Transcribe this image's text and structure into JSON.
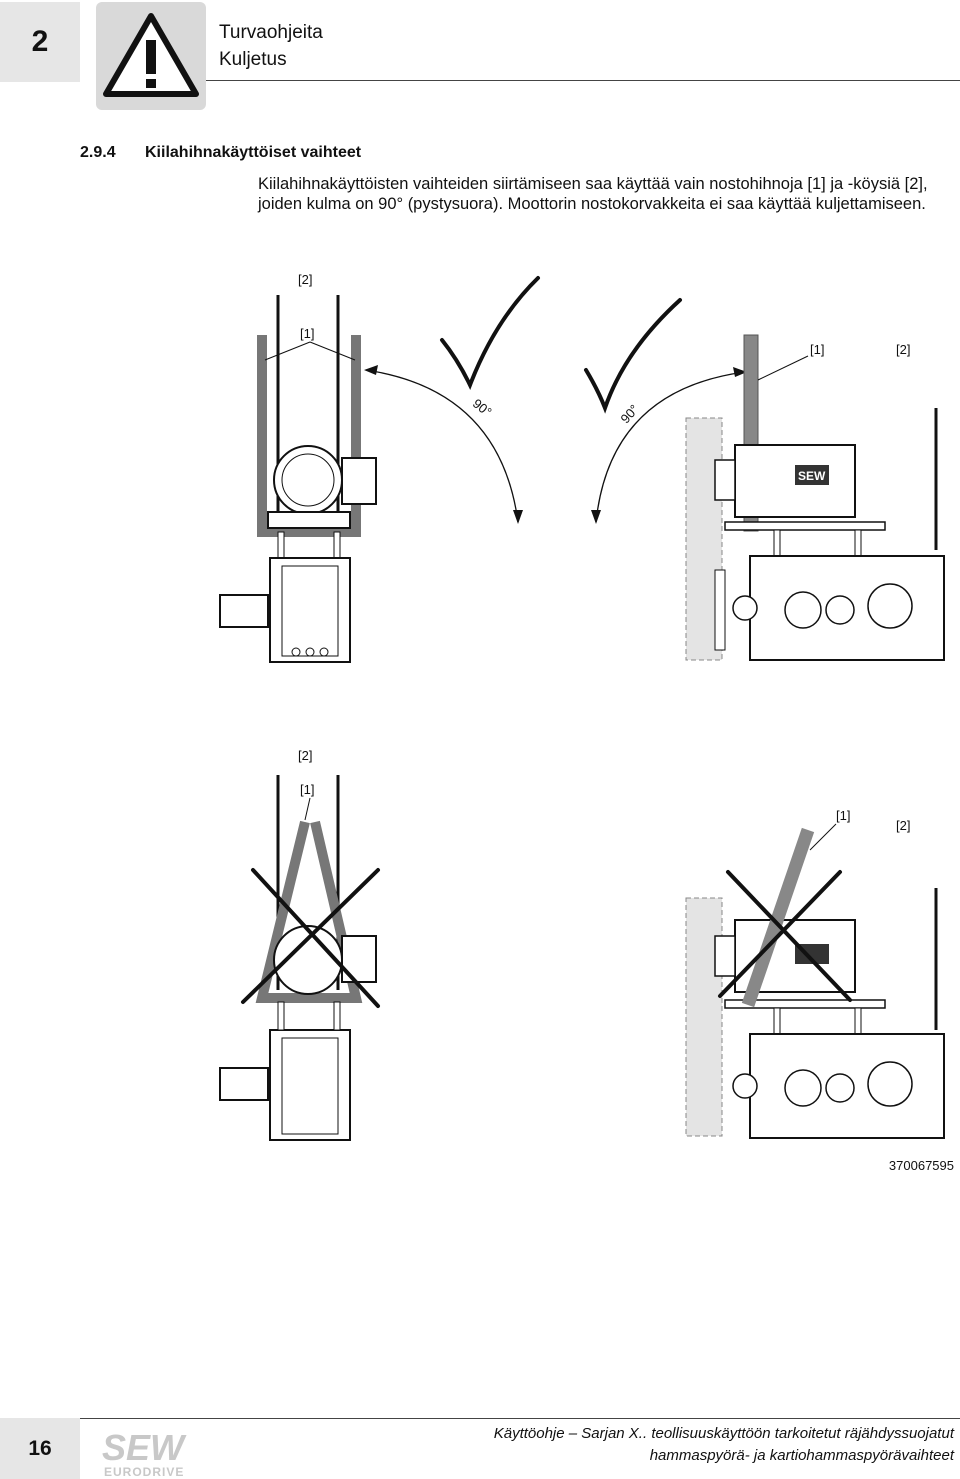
{
  "header": {
    "chapter_number": "2",
    "title": "Turvaohjeita",
    "subtitle": "Kuljetus"
  },
  "section": {
    "number": "2.9.4",
    "title": "Kiilahihnakäyttöiset vaihteet",
    "body": "Kiilahihnakäyttöisten vaihteiden siirtämiseen saa käyttää vain nostohihnoja [1] ja -köysiä [2], joiden kulma on 90° (pystysuora). Moottorin nostokorvakkeita ei saa käyttää kuljettamiseen."
  },
  "figure": {
    "labels": {
      "strap": "[1]",
      "rope": "[2]",
      "angle": "90°",
      "brand": "SEW"
    },
    "figure_id": "370067595"
  },
  "footer": {
    "page_number": "16",
    "logo_top": "SEW",
    "logo_bottom": "EURODRIVE",
    "line1": "Käyttöohje – Sarjan X.. teollisuuskäyttöön tarkoitetut räjähdyssuojatut",
    "line2": "hammaspyörä- ja kartiohammaspyörävaihteet"
  },
  "colors": {
    "gray_box": "#e6e6e6",
    "strap_gray": "#888888",
    "line": "#111111"
  }
}
